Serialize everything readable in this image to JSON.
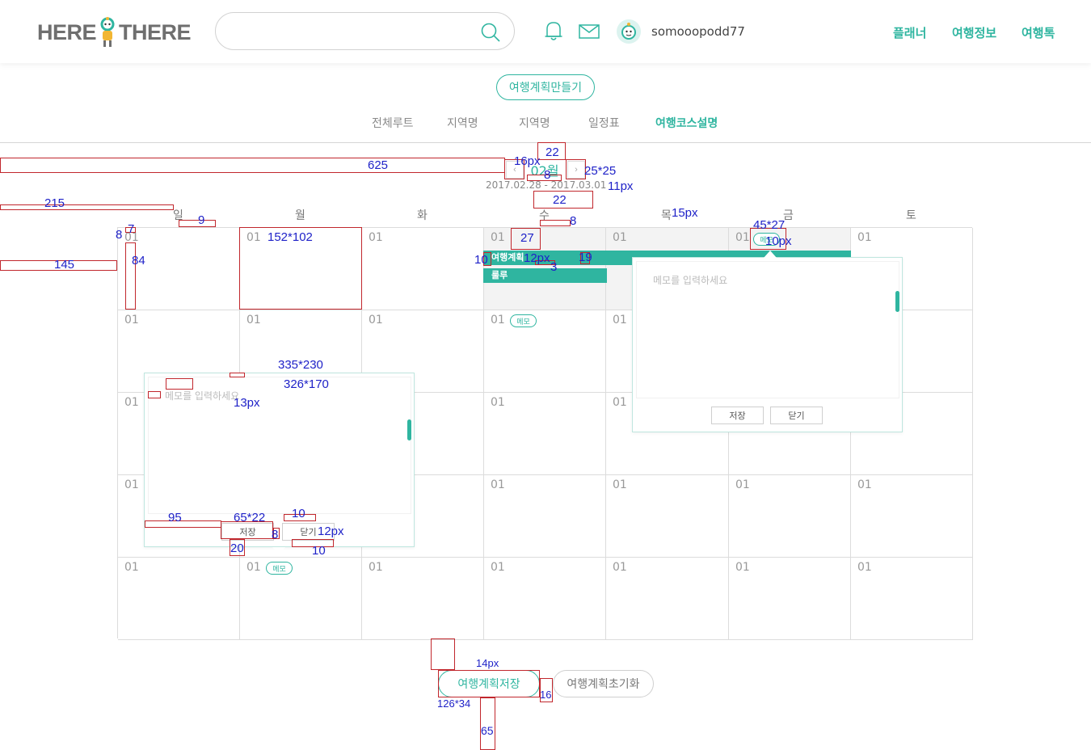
{
  "header": {
    "logo_left": "HERE",
    "logo_right": "THERE",
    "search": {
      "value": "",
      "placeholder": ""
    },
    "username": "somooopodd77",
    "nav": [
      "플래너",
      "여행정보",
      "여행톡"
    ]
  },
  "subnav": {
    "make_plan": "여행계획만들기",
    "tabs": [
      "전체루트",
      "지역명",
      "지역명",
      "일정표",
      "여행코스설명"
    ],
    "active_tab": "여행코스설명"
  },
  "month_nav": {
    "prev": "‹",
    "next": "›",
    "month": "02월",
    "range": "2017.02.28 - 2017.03.01"
  },
  "calendar": {
    "weekdays": [
      "일",
      "월",
      "화",
      "수",
      "목",
      "금",
      "토"
    ],
    "day_label": "01",
    "memo_label": "메모",
    "events": [
      "여행계획",
      "룰루"
    ]
  },
  "popups": {
    "placeholder": "메모를 입력하세요",
    "save": "저장",
    "close": "닫기"
  },
  "bottom": {
    "save": "여행계획저장",
    "reset": "여행계획초기화"
  },
  "annotations": [
    "22",
    "625",
    "16px",
    "8",
    "25*25",
    "11px",
    "22",
    "215",
    "9",
    "7",
    "8",
    "84",
    "145",
    "152*102",
    "27",
    "8",
    "15px",
    "45*27",
    "10px",
    "10",
    "12px",
    "3",
    "19",
    "335*230",
    "326*170",
    "13px",
    "95",
    "65*22",
    "10",
    "8",
    "12px",
    "20",
    "10",
    "14px",
    "126*34",
    "16",
    "65"
  ],
  "colors": {
    "accent": "#2fb5a0",
    "annotation_box": "#c1272d",
    "annotation_text": "#1f22c8"
  }
}
